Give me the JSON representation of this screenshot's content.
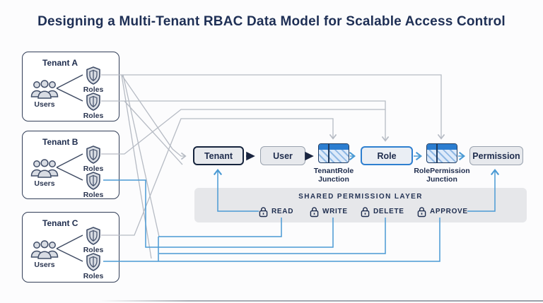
{
  "title": "Designing a Multi-Tenant RBAC Data Model for Scalable Access Control",
  "tenants": [
    {
      "name": "Tenant A",
      "users_label": "Users",
      "roles": [
        "Roles",
        "Roles"
      ]
    },
    {
      "name": "Tenant B",
      "users_label": "Users",
      "roles": [
        "Roles",
        "Roles"
      ]
    },
    {
      "name": "Tenant C",
      "users_label": "Users",
      "roles": [
        "Roles",
        "Roles"
      ]
    }
  ],
  "entities": {
    "tenant": "Tenant",
    "user": "User",
    "role": "Role",
    "permission": "Permission",
    "junctions": [
      {
        "line1": "TenantRole",
        "line2": "Junction"
      },
      {
        "line1": "RolePermission",
        "line2": "Junction"
      }
    ]
  },
  "shared_layer": {
    "title": "SHARED PERMISSION LAYER",
    "permissions": [
      "READ",
      "WRITE",
      "DELETE",
      "APPROVE"
    ]
  },
  "colors": {
    "navy": "#1e2c4d",
    "blue_accent": "#2e7fd0",
    "line_blue": "#4a9ad4",
    "line_gray": "#b6bbc4",
    "panel_gray": "#e6e7ea"
  }
}
